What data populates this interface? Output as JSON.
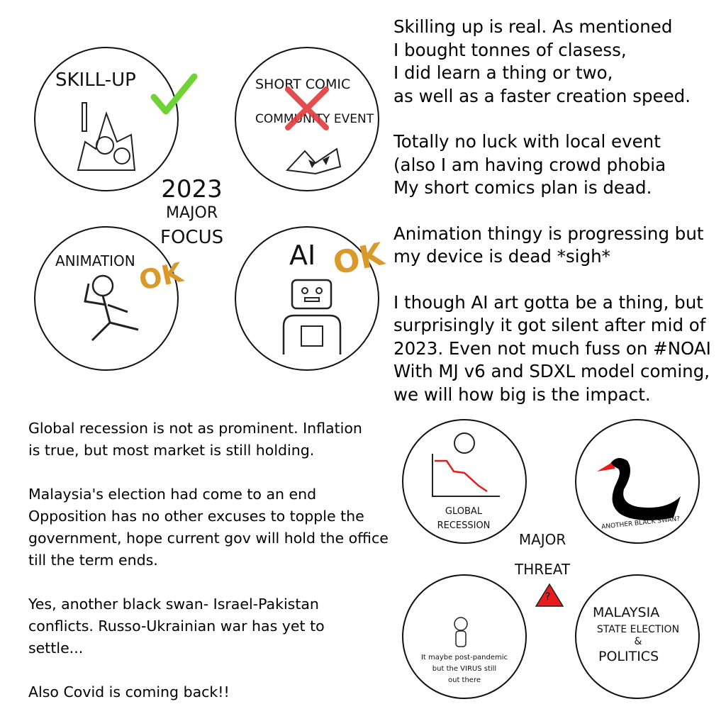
{
  "focus": {
    "title": [
      "2023",
      "MAJOR",
      "FOCUS"
    ],
    "items": [
      {
        "label": "SKILL-UP",
        "status": "check"
      },
      {
        "label_top": "SHORT COMIC",
        "label_bottom": "COMMUNITY EVENT",
        "status": "cross"
      },
      {
        "label": "ANIMATION",
        "status": "OK"
      },
      {
        "label": "AI",
        "status": "OK"
      }
    ]
  },
  "threat": {
    "title": [
      "MAJOR",
      "THREAT"
    ],
    "warning_symbol": "?",
    "items": [
      {
        "label": "GLOBAL RECESSION"
      },
      {
        "label": "ANOTHER BLACK SWAN?"
      },
      {
        "label": [
          "It maybe post-pandemic",
          "but the VIRUS still",
          "out there"
        ]
      },
      {
        "label": [
          "MALAYSIA",
          "STATE ELECTION",
          "&",
          "POLITICS"
        ]
      }
    ]
  },
  "right_text": [
    [
      "Skilling up is real. As mentioned",
      "I bought tonnes of clasess,",
      "I did learn a thing or two,",
      "as well as a faster creation speed."
    ],
    [
      "Totally no luck with local event",
      "(also I am  having crowd phobia",
      "My short comics plan is dead."
    ],
    [
      "Animation thingy is progressing but",
      "my device is dead *sigh*"
    ],
    [
      "I though AI art gotta be a thing, but",
      "surprisingly it got silent after mid of",
      "2023. Even not much fuss on #NOAI",
      "With MJ v6 and SDXL model coming,",
      "we will how big is the impact."
    ]
  ],
  "left_text": [
    [
      "Global recession is not as prominent. Inflation",
      "is true, but most market is still holding."
    ],
    [
      "Malaysia's election had come to an end",
      "Opposition has no other excuses to topple the",
      "government, hope current gov will hold the office",
      "till the term ends."
    ],
    [
      "Yes, another black swan- Israel-Pakistan",
      "conflicts. Russo-Ukrainian war has yet to",
      "settle..."
    ],
    [
      "Also Covid is coming back!!"
    ]
  ],
  "colors": {
    "check": "#6fd336",
    "cross": "#e03a3a",
    "ok": "#d99a2b",
    "red": "#e81c1c"
  }
}
